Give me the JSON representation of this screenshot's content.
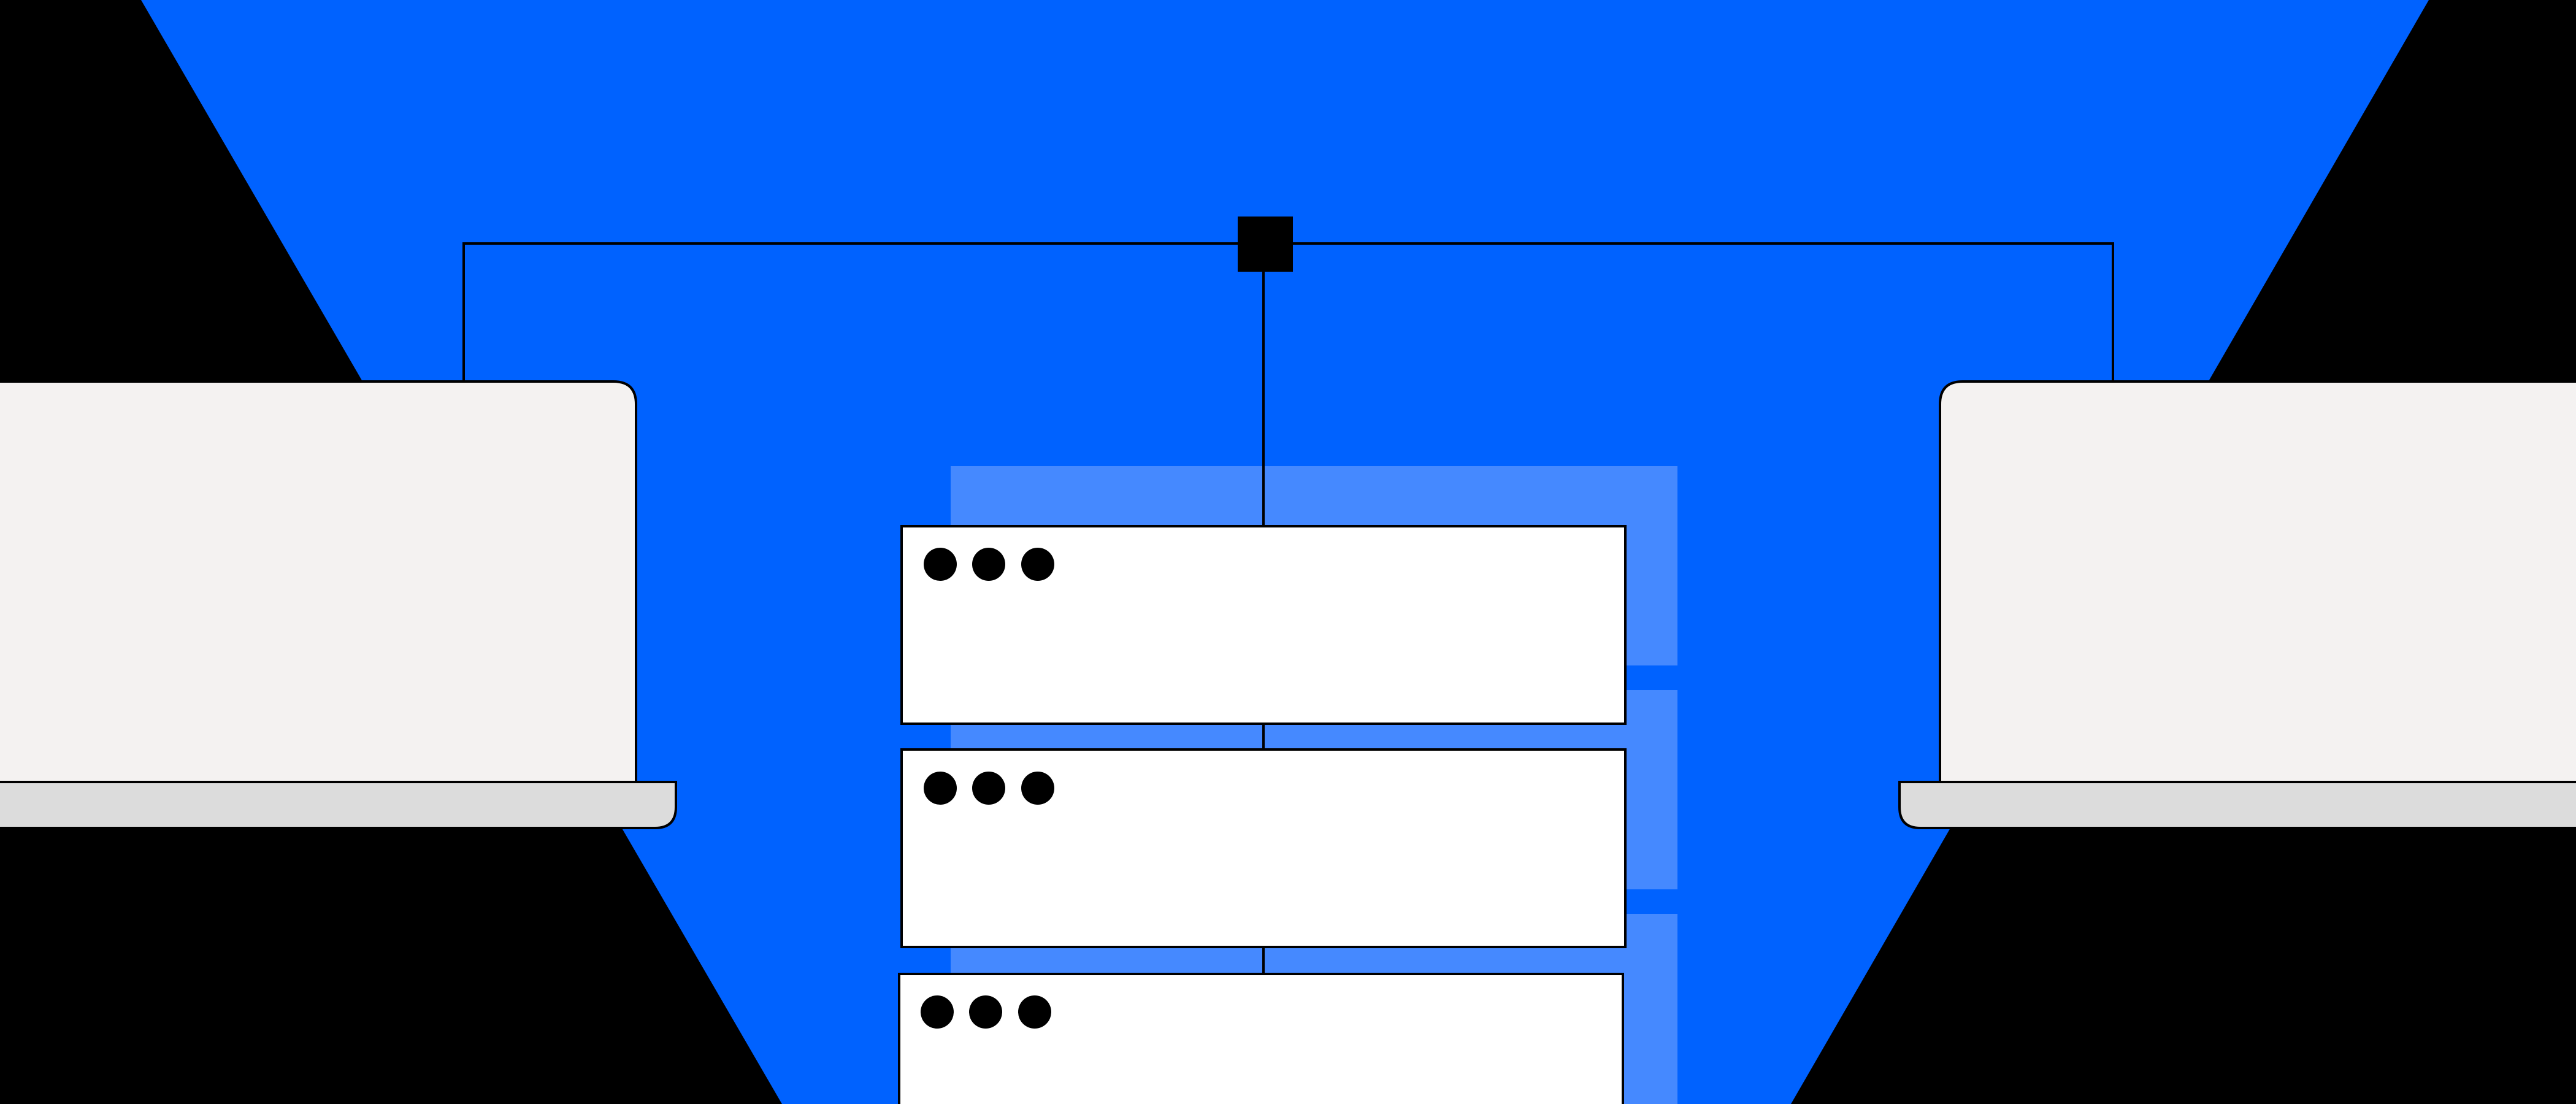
{
  "colors": {
    "background": "#000000",
    "accent_blue": "#0062ff",
    "light_blue_panel": "#4589ff",
    "laptop_screen": "#f4f2f1",
    "laptop_base": "#dcdcdc",
    "server_fill": "#ffffff",
    "line": "#000000"
  },
  "elements": {
    "hub_node": "network-hub-icon",
    "left_device": "laptop-icon",
    "right_device": "laptop-icon",
    "server_units": [
      "server-unit-1",
      "server-unit-2",
      "server-unit-3"
    ],
    "server_status_lights_per_unit": 3
  }
}
